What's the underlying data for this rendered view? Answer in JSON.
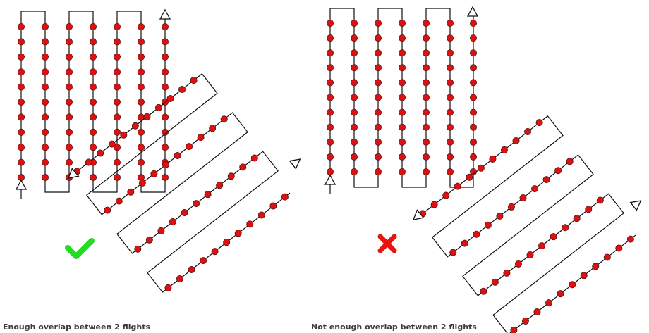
{
  "panels": [
    {
      "id": "left",
      "caption": "Enough overlap between 2 flights",
      "verdict": "check",
      "verdict_color": "#22dd22"
    },
    {
      "id": "right",
      "caption": "Not enough overlap between 2 flights",
      "verdict": "cross",
      "verdict_color": "#ee1111"
    }
  ],
  "colors": {
    "path": "#111111",
    "point_fill": "#dd1111",
    "point_stroke": "#551111",
    "marker_fill": "#ffffff"
  },
  "icons": {
    "start": "triangle-up-icon",
    "end": "triangle-arrow-icon",
    "ok": "check-icon",
    "bad": "cross-icon"
  }
}
